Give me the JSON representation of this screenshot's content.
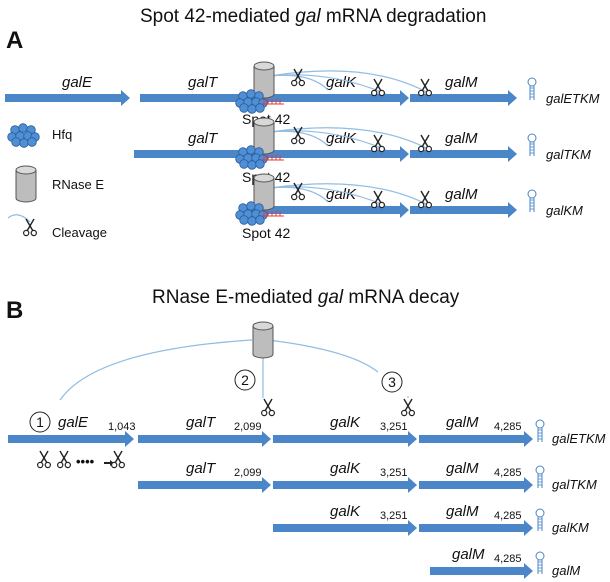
{
  "colors": {
    "arrow": "#4a86c8",
    "arrow_dark": "#2f6aa8",
    "link": "#8fbde4",
    "basepair": "#e53935",
    "rnase": "#b5b5b5",
    "hfq": "#4f8fd6"
  },
  "panel_a": {
    "label": "A",
    "title_pre": "Spot 42-mediated ",
    "title_italic": "gal",
    "title_post": " mRNA degradation",
    "genes": {
      "galE": "galE",
      "galT": "galT",
      "galK": "galK",
      "galM": "galM"
    },
    "transcripts": [
      "galETKM",
      "galTKM",
      "galKM"
    ],
    "spot_label": "Spot 42",
    "legend": {
      "hfq": "Hfq",
      "rnase": "RNase E",
      "cleavage": "Cleavage"
    }
  },
  "panel_b": {
    "label": "B",
    "title_pre": "RNase E-mediated ",
    "title_italic": "gal",
    "title_post": " mRNA decay",
    "sites": [
      "1",
      "2",
      "3"
    ],
    "dots": "••••",
    "genes": {
      "galE": "galE",
      "galT": "galT",
      "galK": "galK",
      "galM": "galM"
    },
    "positions": {
      "galE_end": "1,043",
      "galT_end": "2,099",
      "galK_end": "3,251",
      "galM_end": "4,285"
    },
    "transcripts": [
      "galETKM",
      "galTKM",
      "galKM",
      "galM"
    ]
  }
}
